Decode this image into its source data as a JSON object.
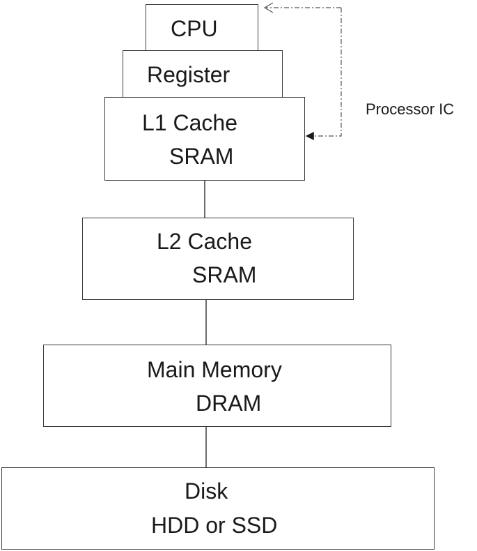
{
  "diagram": {
    "cpu": {
      "label": "CPU"
    },
    "register": {
      "label": "Register"
    },
    "l1": {
      "line1": "L1 Cache",
      "line2": "SRAM"
    },
    "l2": {
      "line1": "L2 Cache",
      "line2": "SRAM"
    },
    "main_memory": {
      "line1": "Main Memory",
      "line2": "DRAM"
    },
    "disk": {
      "line1": "Disk",
      "line2": "HDD or SSD"
    },
    "processor_label": "Processor IC"
  }
}
